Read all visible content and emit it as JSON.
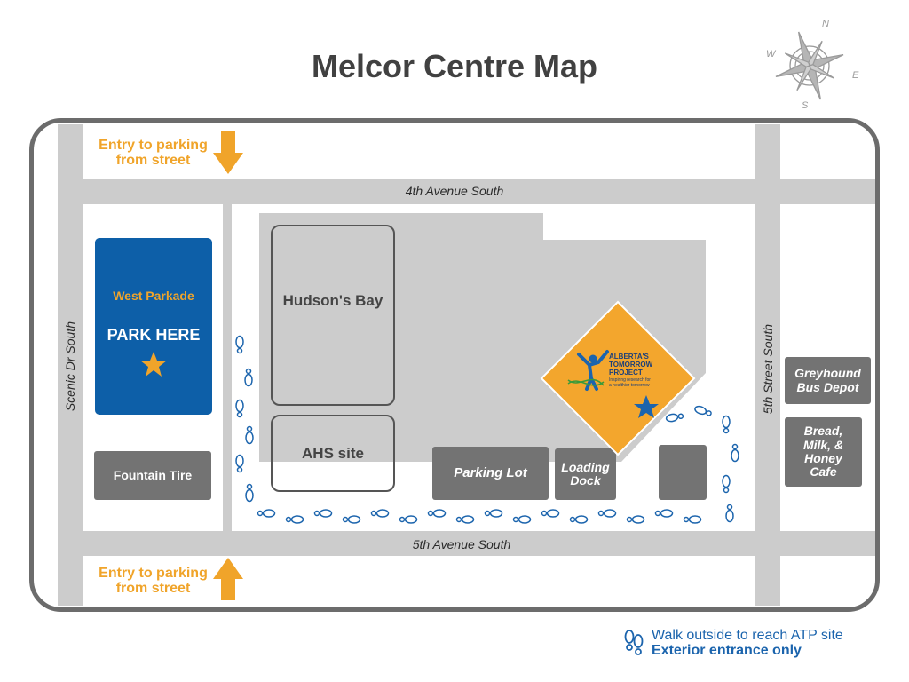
{
  "title": "Melcor Centre Map",
  "compass": {
    "n": "N",
    "s": "S",
    "e": "E",
    "w": "W"
  },
  "streets": {
    "top": "4th Avenue South",
    "bottom": "5th Avenue South",
    "left": "Scenic Dr South",
    "right": "5th Street South"
  },
  "entries": {
    "top": "Entry to parking from street",
    "bottom": "Entry to parking from street"
  },
  "parkade": {
    "name": "West Parkade",
    "action": "PARK HERE"
  },
  "buildings": {
    "hudsons_bay": "Hudson's Bay",
    "ahs": "AHS site",
    "fountain_tire": "Fountain Tire",
    "parking_lot": "Parking Lot",
    "loading_dock": "Loading Dock",
    "greyhound": "Greyhound Bus Depot",
    "bread_milk": "Bread, Milk, & Honey Cafe"
  },
  "atp_logo": {
    "line1": "ALBERTA'S",
    "line2": "TOMORROW",
    "line3": "PROJECT",
    "tagline1": "Inspiring research for",
    "tagline2": "a healthier tomorrow"
  },
  "legend": {
    "line1": "Walk outside to reach ATP site",
    "line2": "Exterior entrance only"
  },
  "colors": {
    "road": "#cccccc",
    "frame": "#6c6c6c",
    "building_dark": "#737373",
    "parkade_blue": "#0d5fa8",
    "accent_orange": "#f0a42a",
    "footprint_blue": "#1b64ad"
  }
}
